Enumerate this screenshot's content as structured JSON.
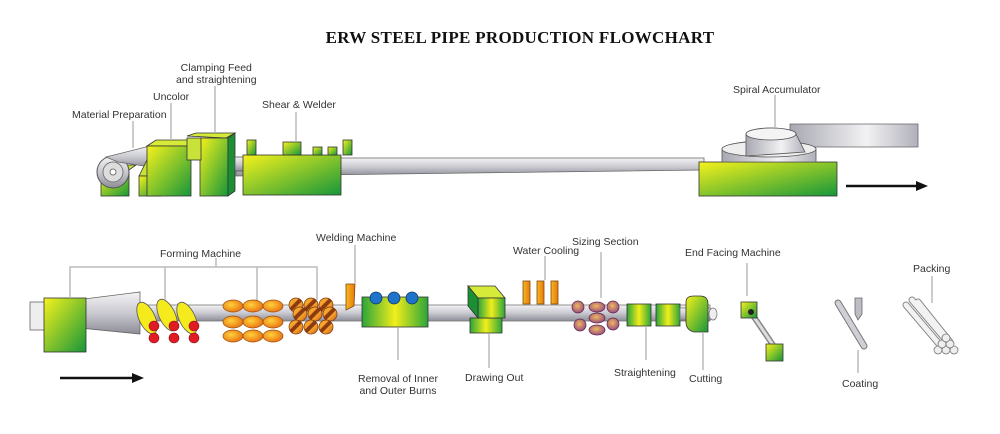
{
  "title": "ERW STEEL PIPE PRODUCTION FLOWCHART",
  "top_row": {
    "labels": {
      "material_preparation": "Material Preparation",
      "uncolor": "Uncolor",
      "clamping_feed_line1": "Clamping Feed",
      "clamping_feed_line2": "and straightening",
      "shear_welder": "Shear & Welder",
      "spiral_accumulator": "Spiral Accumulator"
    },
    "flow_direction": "right"
  },
  "bottom_row": {
    "labels": {
      "forming_machine": "Forming Machine",
      "welding_machine": "Welding Machine",
      "removal_line1": "Removal of Inner",
      "removal_line2": "and Outer Burns",
      "drawing_out": "Drawing Out",
      "water_cooling": "Water Cooling",
      "sizing_section": "Sizing Section",
      "straightening": "Straightening",
      "cutting": "Cutting",
      "end_facing_machine": "End Facing Machine",
      "coating": "Coating",
      "packing": "Packing"
    },
    "flow_direction": "right"
  },
  "colors": {
    "machine_yellow": "#f2ee1a",
    "machine_green": "#1fa03a",
    "steel_light": "#e8e8ec",
    "steel_dark": "#8a8a95",
    "roller_orange": "#f0901c",
    "roller_red": "#e01b24",
    "roller_blue": "#1f73c9",
    "roller_purple": "#9c4f86",
    "leader_gray": "#bbbbbb",
    "arrow": "#111111"
  }
}
